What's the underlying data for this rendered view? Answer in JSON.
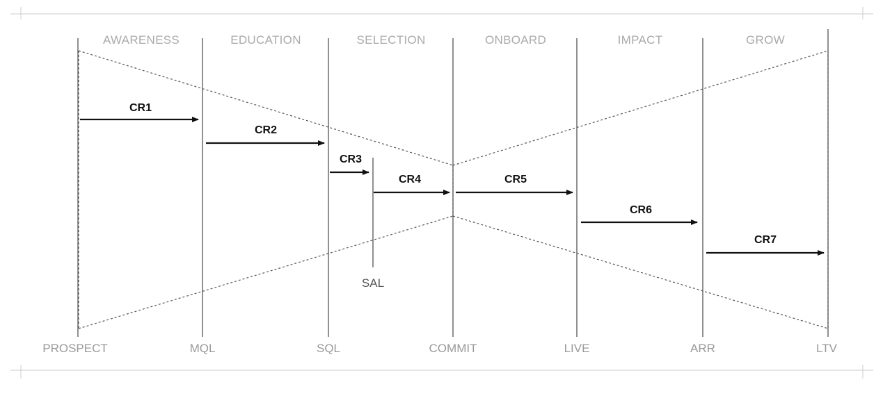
{
  "colors": {
    "background": "#ffffff",
    "frame": "#cccccc",
    "milestone_line": "#555555",
    "funnel_dash": "#555555",
    "arrow": "#111111",
    "stage_text": "#aaaaaa",
    "milestone_text": "#999999"
  },
  "stages": [
    "AWARENESS",
    "EDUCATION",
    "SELECTION",
    "ONBOARD",
    "IMPACT",
    "GROW"
  ],
  "milestones": [
    "PROSPECT",
    "MQL",
    "SQL",
    "COMMIT",
    "LIVE",
    "ARR",
    "LTV"
  ],
  "sub_milestone": "SAL",
  "conversion_rates": [
    "CR1",
    "CR2",
    "CR3",
    "CR4",
    "CR5",
    "CR6",
    "CR7"
  ]
}
